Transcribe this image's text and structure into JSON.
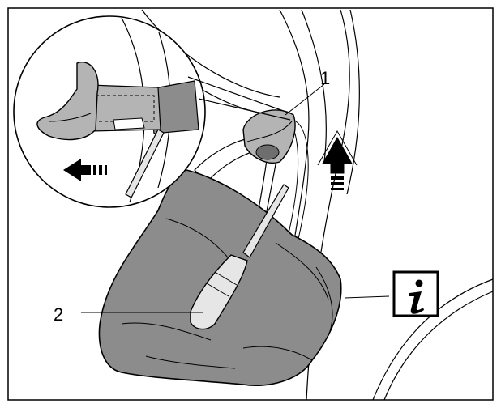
{
  "diagram": {
    "callouts": [
      {
        "id": "1",
        "label": "1"
      },
      {
        "id": "2",
        "label": "2"
      }
    ],
    "info_symbol": {
      "icon": "info-icon",
      "glyph": "i"
    },
    "colors": {
      "ink": "#000000",
      "cloth": "#8c8c8c",
      "cloth_dark": "#6e6e6e",
      "trim_light": "#e6e6e6",
      "clip": "#b4b4b4",
      "background": "#ffffff"
    }
  }
}
